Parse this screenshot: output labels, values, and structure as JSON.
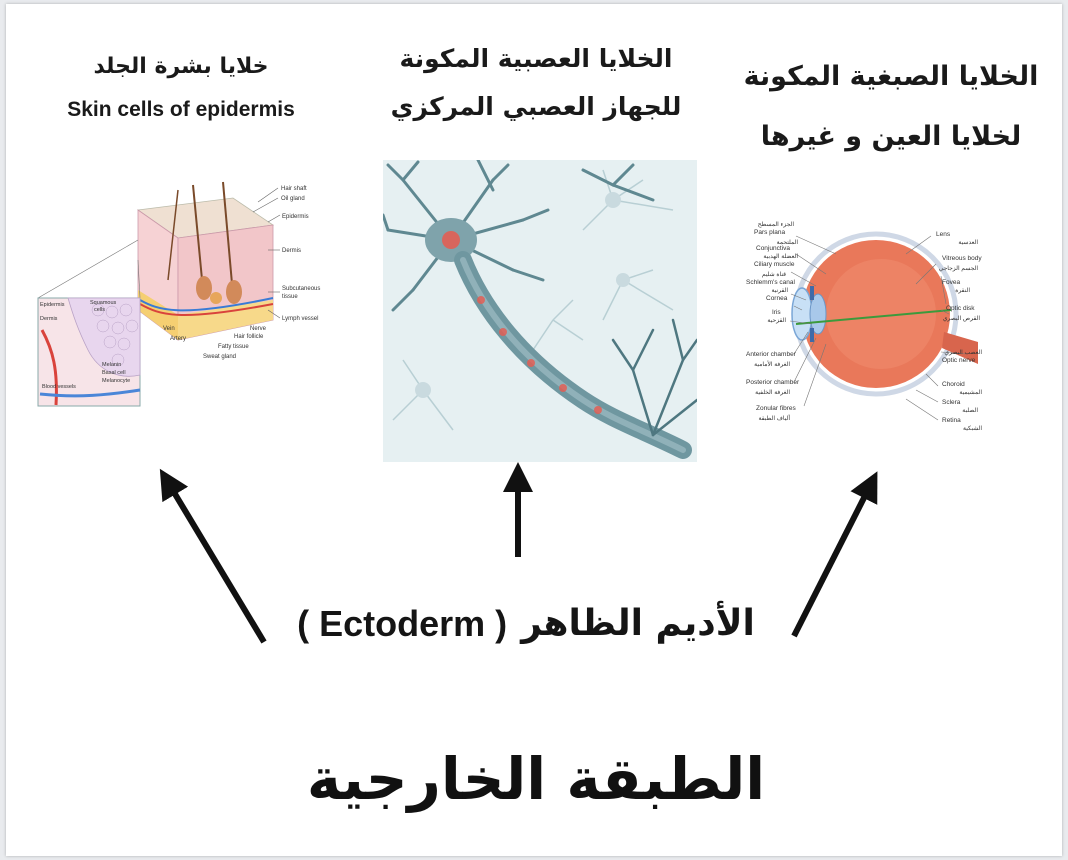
{
  "skin": {
    "title_ar": "خلايا بشرة الجلد",
    "title_en": "Skin cells of epidermis",
    "labels": {
      "hair_shaft": "Hair shaft",
      "oil_gland": "Oil gland",
      "epidermis": "Epidermis",
      "dermis": "Dermis",
      "subcutaneous": "Subcutaneous",
      "tissue": "tissue",
      "lymph_vessel": "Lymph vessel",
      "nerve": "Nerve",
      "hair_follicle": "Hair follicle",
      "fatty_tissue": "Fatty tissue",
      "sweat_gland": "Sweat gland",
      "vein": "Vein",
      "artery": "Artery",
      "inset_epidermis": "Epidermis",
      "inset_dermis": "Dermis",
      "squamous_1": "Squamous",
      "squamous_2": "cells",
      "melanin": "Melanin",
      "basal_cell": "Basal cell",
      "melanocyte": "Melanocyte",
      "blood_vessels": "Blood vessels"
    }
  },
  "neuron": {
    "title_line1": "الخلايا العصبية المكونة",
    "title_line2": "للجهاز العصبي المركزي"
  },
  "eye": {
    "title_line1": "الخلايا الصبغية المكونة",
    "title_line2": "لخلايا العين و غيرها",
    "labels": {
      "pars_plana": "Pars plana",
      "pars_plana_ar": "الجزء المسطح",
      "conjunctiva": "Conjunctiva",
      "conjunctiva_ar": "الملتحمة",
      "ciliary": "Ciliary muscle",
      "ciliary_ar": "العضلة الهدبية",
      "schlemm": "Schlemm's canal",
      "schlemm_ar": "قناة شليم",
      "cornea": "Cornea",
      "cornea_ar": "القرنية",
      "iris": "Iris",
      "iris_ar": "القزحية",
      "lens": "Lens",
      "lens_ar": "العدسية",
      "vitreous": "Vitreous body",
      "vitreous_ar": "الجسم الزجاجي",
      "fovea": "Fovea",
      "fovea_ar": "النقرة",
      "optic_disk": "Optic disk",
      "optic_disk_ar": "القرص البصري",
      "optic_nerve_ar": "العصب البصري",
      "optic_nerve": "Optic nerve",
      "anterior": "Anterior chamber",
      "anterior_ar": "الغرفة الأمامية",
      "posterior": "Posterior chamber",
      "posterior_ar": "الغرفة الخلفية",
      "zonular": "Zonular fibres",
      "zonular_ar": "ألياف الطبقة",
      "choroid": "Choroid",
      "choroid_ar": "المشيمية",
      "sclera": "Sclera",
      "sclera_ar": "الصلبة",
      "retina": "Retina",
      "retina_ar": "الشبكية"
    }
  },
  "ectoderm": {
    "label_ar": "الأديم الظاهر",
    "label_en": "( Ectoderm )"
  },
  "main_title": "الطبقة الخارجية",
  "colors": {
    "arrow": "#111111",
    "neuron_bg": "#e6f0f2",
    "neuron_cell": "#5f8891",
    "neuron_nucleus": "#e85a4f",
    "eye_globe": "#e9785a",
    "skin_pink": "#f4d3d6"
  }
}
